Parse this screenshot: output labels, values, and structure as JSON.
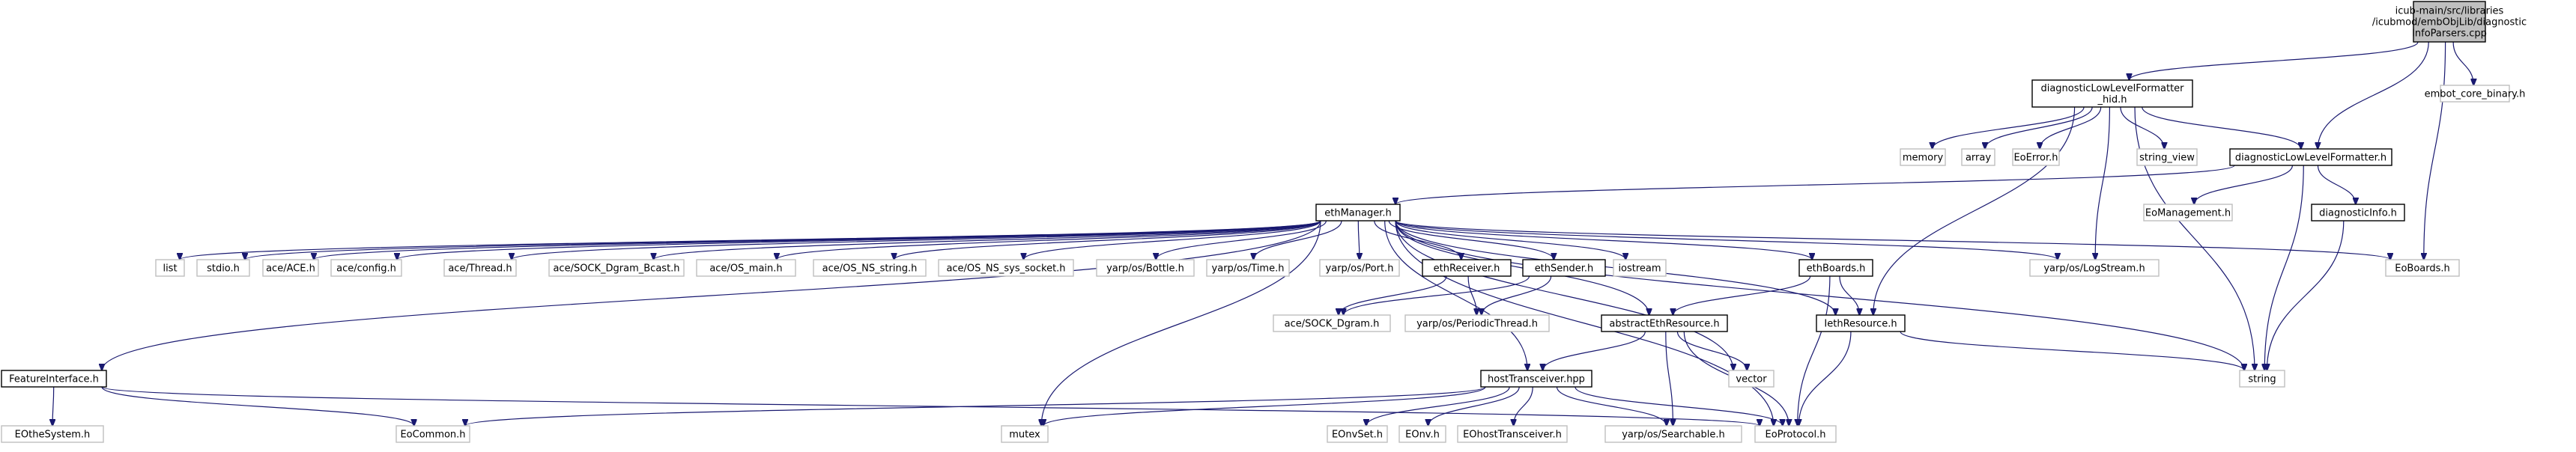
{
  "graph": {
    "nodes": [
      {
        "id": "root",
        "lines": [
          "icub-main/src/libraries",
          "/icubmod/embObjLib/diagnostic",
          "InfoParsers.cpp"
        ],
        "kind": "root"
      },
      {
        "id": "dllfh",
        "lines": [
          "diagnosticLowLevelFormatter",
          "_hid.h"
        ],
        "kind": "local"
      },
      {
        "id": "ecb",
        "lines": [
          "embot_core_binary.h"
        ],
        "kind": "ext"
      },
      {
        "id": "memory",
        "lines": [
          "memory"
        ],
        "kind": "ext"
      },
      {
        "id": "array",
        "lines": [
          "array"
        ],
        "kind": "ext"
      },
      {
        "id": "eoerror",
        "lines": [
          "EoError.h"
        ],
        "kind": "ext"
      },
      {
        "id": "stringview",
        "lines": [
          "string_view"
        ],
        "kind": "ext"
      },
      {
        "id": "dllf",
        "lines": [
          "diagnosticLowLevelFormatter.h"
        ],
        "kind": "local"
      },
      {
        "id": "eomgmt",
        "lines": [
          "EoManagement.h"
        ],
        "kind": "ext"
      },
      {
        "id": "diaginfo",
        "lines": [
          "diagnosticInfo.h"
        ],
        "kind": "local"
      },
      {
        "id": "ethmanager",
        "lines": [
          "ethManager.h"
        ],
        "kind": "local"
      },
      {
        "id": "list",
        "lines": [
          "list"
        ],
        "kind": "ext"
      },
      {
        "id": "stdio",
        "lines": [
          "stdio.h"
        ],
        "kind": "ext"
      },
      {
        "id": "aceace",
        "lines": [
          "ace/ACE.h"
        ],
        "kind": "ext"
      },
      {
        "id": "aceconfig",
        "lines": [
          "ace/config.h"
        ],
        "kind": "ext"
      },
      {
        "id": "acethread",
        "lines": [
          "ace/Thread.h"
        ],
        "kind": "ext"
      },
      {
        "id": "acesockbcast",
        "lines": [
          "ace/SOCK_Dgram_Bcast.h"
        ],
        "kind": "ext"
      },
      {
        "id": "aceosmain",
        "lines": [
          "ace/OS_main.h"
        ],
        "kind": "ext"
      },
      {
        "id": "aceosstring",
        "lines": [
          "ace/OS_NS_string.h"
        ],
        "kind": "ext"
      },
      {
        "id": "aceossocket",
        "lines": [
          "ace/OS_NS_sys_socket.h"
        ],
        "kind": "ext"
      },
      {
        "id": "ybottle",
        "lines": [
          "yarp/os/Bottle.h"
        ],
        "kind": "ext"
      },
      {
        "id": "ytime",
        "lines": [
          "yarp/os/Time.h"
        ],
        "kind": "ext"
      },
      {
        "id": "yport",
        "lines": [
          "yarp/os/Port.h"
        ],
        "kind": "ext"
      },
      {
        "id": "ethreceiver",
        "lines": [
          "ethReceiver.h"
        ],
        "kind": "local"
      },
      {
        "id": "ethsender",
        "lines": [
          "ethSender.h"
        ],
        "kind": "local"
      },
      {
        "id": "iostream",
        "lines": [
          "iostream"
        ],
        "kind": "ext"
      },
      {
        "id": "ethboards",
        "lines": [
          "ethBoards.h"
        ],
        "kind": "local"
      },
      {
        "id": "ylogstream",
        "lines": [
          "yarp/os/LogStream.h"
        ],
        "kind": "ext"
      },
      {
        "id": "eoboards",
        "lines": [
          "EoBoards.h"
        ],
        "kind": "ext"
      },
      {
        "id": "acesockdgram",
        "lines": [
          "ace/SOCK_Dgram.h"
        ],
        "kind": "ext"
      },
      {
        "id": "yperiodic",
        "lines": [
          "yarp/os/PeriodicThread.h"
        ],
        "kind": "ext"
      },
      {
        "id": "abseth",
        "lines": [
          "abstractEthResource.h"
        ],
        "kind": "local"
      },
      {
        "id": "ieth",
        "lines": [
          "IethResource.h"
        ],
        "kind": "local"
      },
      {
        "id": "vector",
        "lines": [
          "vector"
        ],
        "kind": "ext"
      },
      {
        "id": "string",
        "lines": [
          "string"
        ],
        "kind": "ext"
      },
      {
        "id": "feature",
        "lines": [
          "FeatureInterface.h"
        ],
        "kind": "local"
      },
      {
        "id": "eothesys",
        "lines": [
          "EOtheSystem.h"
        ],
        "kind": "ext"
      },
      {
        "id": "eocommon",
        "lines": [
          "EoCommon.h"
        ],
        "kind": "ext"
      },
      {
        "id": "mutex",
        "lines": [
          "mutex"
        ],
        "kind": "ext"
      },
      {
        "id": "hosttrans",
        "lines": [
          "hostTransceiver.hpp"
        ],
        "kind": "local"
      },
      {
        "id": "eonvset",
        "lines": [
          "EOnvSet.h"
        ],
        "kind": "ext"
      },
      {
        "id": "eonv",
        "lines": [
          "EOnv.h"
        ],
        "kind": "ext"
      },
      {
        "id": "eohosttrans",
        "lines": [
          "EOhostTransceiver.h"
        ],
        "kind": "ext"
      },
      {
        "id": "ysearchable",
        "lines": [
          "yarp/os/Searchable.h"
        ],
        "kind": "ext"
      },
      {
        "id": "eoprotocol",
        "lines": [
          "EoProtocol.h"
        ],
        "kind": "ext"
      }
    ],
    "edges": [
      [
        "root",
        "dllfh"
      ],
      [
        "root",
        "ecb"
      ],
      [
        "root",
        "dllf"
      ],
      [
        "root",
        "eoboards"
      ],
      [
        "dllfh",
        "memory"
      ],
      [
        "dllfh",
        "array"
      ],
      [
        "dllfh",
        "eoerror"
      ],
      [
        "dllfh",
        "stringview"
      ],
      [
        "dllfh",
        "dllf"
      ],
      [
        "dllfh",
        "string"
      ],
      [
        "dllfh",
        "ylogstream"
      ],
      [
        "dllfh",
        "ieth"
      ],
      [
        "dllf",
        "eomgmt"
      ],
      [
        "dllf",
        "diaginfo"
      ],
      [
        "dllf",
        "ethmanager"
      ],
      [
        "dllf",
        "string"
      ],
      [
        "diaginfo",
        "string"
      ],
      [
        "ethmanager",
        "list"
      ],
      [
        "ethmanager",
        "stdio"
      ],
      [
        "ethmanager",
        "aceace"
      ],
      [
        "ethmanager",
        "aceconfig"
      ],
      [
        "ethmanager",
        "acethread"
      ],
      [
        "ethmanager",
        "acesockbcast"
      ],
      [
        "ethmanager",
        "aceosmain"
      ],
      [
        "ethmanager",
        "aceosstring"
      ],
      [
        "ethmanager",
        "aceossocket"
      ],
      [
        "ethmanager",
        "ybottle"
      ],
      [
        "ethmanager",
        "ytime"
      ],
      [
        "ethmanager",
        "yport"
      ],
      [
        "ethmanager",
        "ethreceiver"
      ],
      [
        "ethmanager",
        "ethsender"
      ],
      [
        "ethmanager",
        "iostream"
      ],
      [
        "ethmanager",
        "ethboards"
      ],
      [
        "ethmanager",
        "ylogstream"
      ],
      [
        "ethmanager",
        "eoboards"
      ],
      [
        "ethmanager",
        "abseth"
      ],
      [
        "ethmanager",
        "ieth"
      ],
      [
        "ethmanager",
        "vector"
      ],
      [
        "ethmanager",
        "string"
      ],
      [
        "ethmanager",
        "feature"
      ],
      [
        "ethmanager",
        "mutex"
      ],
      [
        "ethmanager",
        "hosttrans"
      ],
      [
        "ethmanager",
        "eoprotocol"
      ],
      [
        "ethreceiver",
        "acesockdgram"
      ],
      [
        "ethreceiver",
        "yperiodic"
      ],
      [
        "ethsender",
        "acesockdgram"
      ],
      [
        "ethsender",
        "yperiodic"
      ],
      [
        "ethboards",
        "abseth"
      ],
      [
        "ethboards",
        "ieth"
      ],
      [
        "ethboards",
        "eoprotocol"
      ],
      [
        "abseth",
        "hosttrans"
      ],
      [
        "abseth",
        "vector"
      ],
      [
        "abseth",
        "ysearchable"
      ],
      [
        "abseth",
        "eoprotocol"
      ],
      [
        "ieth",
        "string"
      ],
      [
        "ieth",
        "eoprotocol"
      ],
      [
        "feature",
        "eothesys"
      ],
      [
        "feature",
        "eocommon"
      ],
      [
        "feature",
        "eoprotocol"
      ],
      [
        "hosttrans",
        "eocommon"
      ],
      [
        "hosttrans",
        "mutex"
      ],
      [
        "hosttrans",
        "eonvset"
      ],
      [
        "hosttrans",
        "eonv"
      ],
      [
        "hosttrans",
        "eohosttrans"
      ],
      [
        "hosttrans",
        "ysearchable"
      ],
      [
        "hosttrans",
        "eoprotocol"
      ]
    ]
  }
}
